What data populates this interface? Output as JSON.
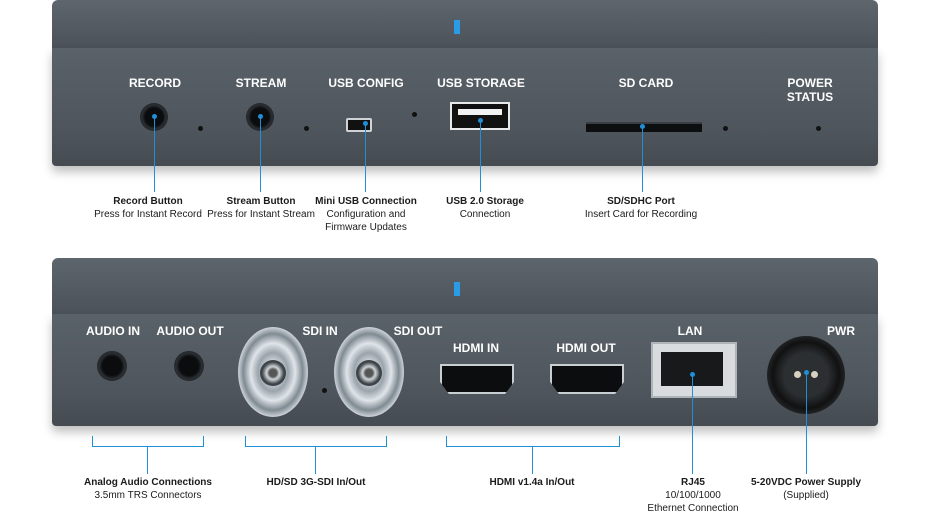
{
  "colors": {
    "callout": "#1f8fd8",
    "device": "#50575e"
  },
  "front_panel": {
    "labels": {
      "record": "RECORD",
      "stream": "STREAM",
      "usb_config": "USB CONFIG",
      "usb_storage": "USB STORAGE",
      "sd_card": "SD CARD",
      "power_status_line1": "POWER",
      "power_status_line2": "STATUS"
    },
    "captions": {
      "record_title": "Record Button",
      "record_sub": "Press for Instant Record",
      "stream_title": "Stream Button",
      "stream_sub": "Press for Instant Stream",
      "usb_config_title": "Mini USB Connection",
      "usb_config_sub1": "Configuration and",
      "usb_config_sub2": "Firmware Updates",
      "usb_storage_title": "USB 2.0 Storage",
      "usb_storage_sub": "Connection",
      "sd_title": "SD/SDHC Port",
      "sd_sub": "Insert Card for Recording"
    }
  },
  "rear_panel": {
    "labels": {
      "audio_in": "AUDIO IN",
      "audio_out": "AUDIO OUT",
      "sdi_in": "SDI IN",
      "sdi_out": "SDI OUT",
      "hdmi_in": "HDMI IN",
      "hdmi_out": "HDMI OUT",
      "lan": "LAN",
      "pwr": "PWR"
    },
    "captions": {
      "audio_title": "Analog Audio Connections",
      "audio_sub": "3.5mm TRS Connectors",
      "sdi_title": "HD/SD 3G-SDI In/Out",
      "hdmi_title": "HDMI v1.4a In/Out",
      "lan_title": "RJ45",
      "lan_sub1": "10/100/1000",
      "lan_sub2": "Ethernet Connection",
      "pwr_title": "5-20VDC Power Supply",
      "pwr_sub": "(Supplied)"
    }
  }
}
